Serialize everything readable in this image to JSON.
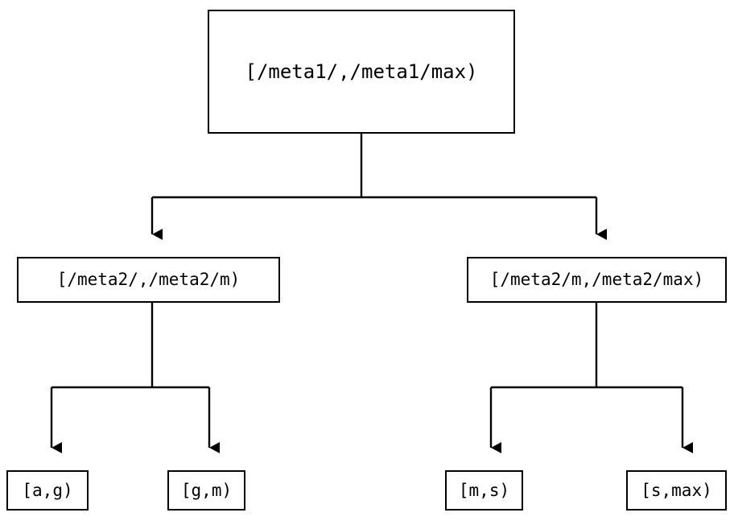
{
  "diagram": {
    "type": "binary-interval-tree",
    "orientation": "top-down",
    "background_color": "#ffffff",
    "line_color": "#000000",
    "text_color": "#000000",
    "nodes": {
      "root": {
        "label": "[/meta1/,/meta1/max)"
      },
      "mid_left": {
        "label": "[/meta2/,/meta2/m)"
      },
      "mid_right": {
        "label": "[/meta2/m,/meta2/max)"
      },
      "leaf_a_g": {
        "label": "[a,g)"
      },
      "leaf_g_m": {
        "label": "[g,m)"
      },
      "leaf_m_s": {
        "label": "[m,s)"
      },
      "leaf_s_max": {
        "label": "[s,max)"
      }
    },
    "edges": [
      {
        "from": "root",
        "to": "mid_left",
        "arrowhead": "filled-triangle"
      },
      {
        "from": "root",
        "to": "mid_right",
        "arrowhead": "filled-triangle"
      },
      {
        "from": "mid_left",
        "to": "leaf_a_g",
        "arrowhead": "filled-triangle"
      },
      {
        "from": "mid_left",
        "to": "leaf_g_m",
        "arrowhead": "filled-triangle"
      },
      {
        "from": "mid_right",
        "to": "leaf_m_s",
        "arrowhead": "filled-triangle"
      },
      {
        "from": "mid_right",
        "to": "leaf_s_max",
        "arrowhead": "filled-triangle"
      }
    ]
  }
}
